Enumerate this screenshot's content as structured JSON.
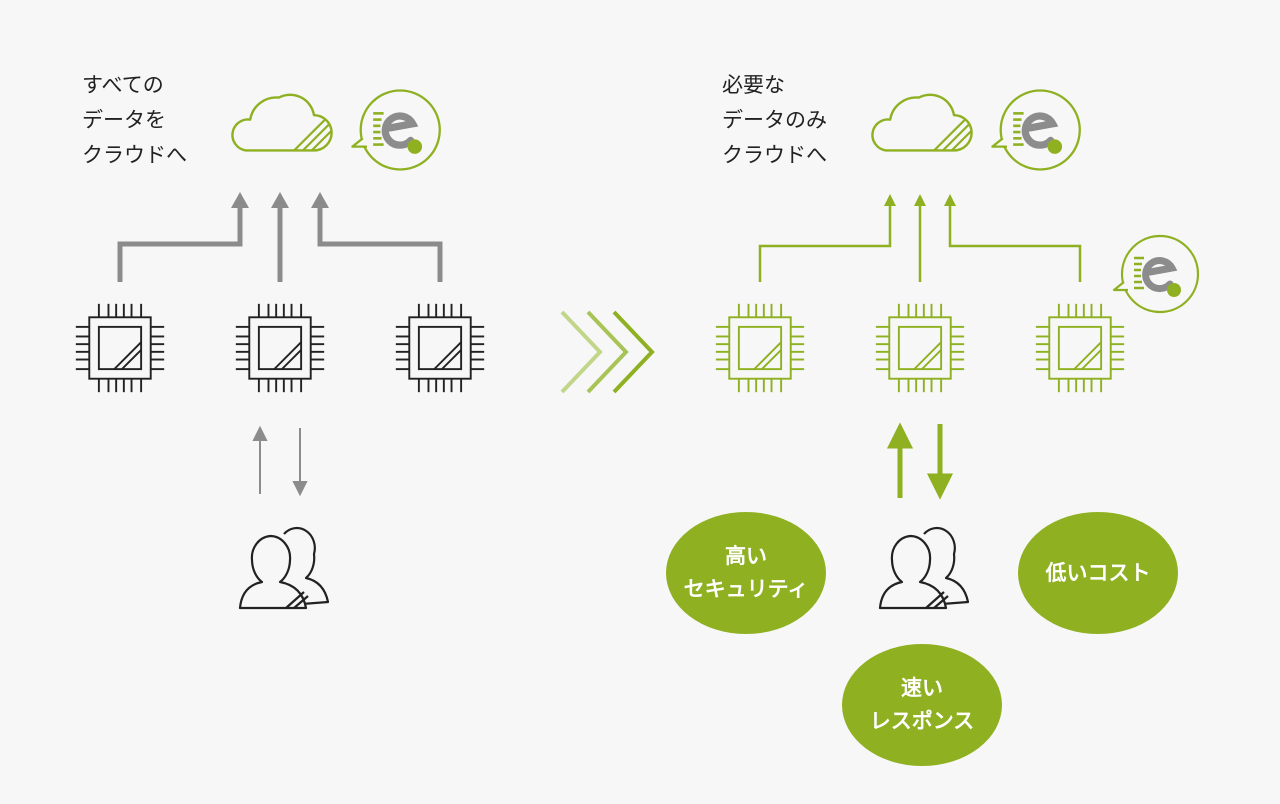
{
  "left": {
    "caption": "すべての\nデータを\nクラウドへ"
  },
  "right": {
    "caption": "必要な\nデータのみ\nクラウドへ"
  },
  "benefits": {
    "security": "高い\nセキュリティ",
    "cost": "低いコスト",
    "response": "速い\nレスポンス"
  },
  "colors": {
    "gray": "#8c8c8c",
    "dark": "#222222",
    "green": "#8eb021",
    "green_light": "#c2d68a",
    "green_mid": "#a8c456"
  },
  "icons": [
    "cloud-icon",
    "chip-icon",
    "users-icon",
    "edge-logo-icon",
    "chevron-right-icon"
  ]
}
